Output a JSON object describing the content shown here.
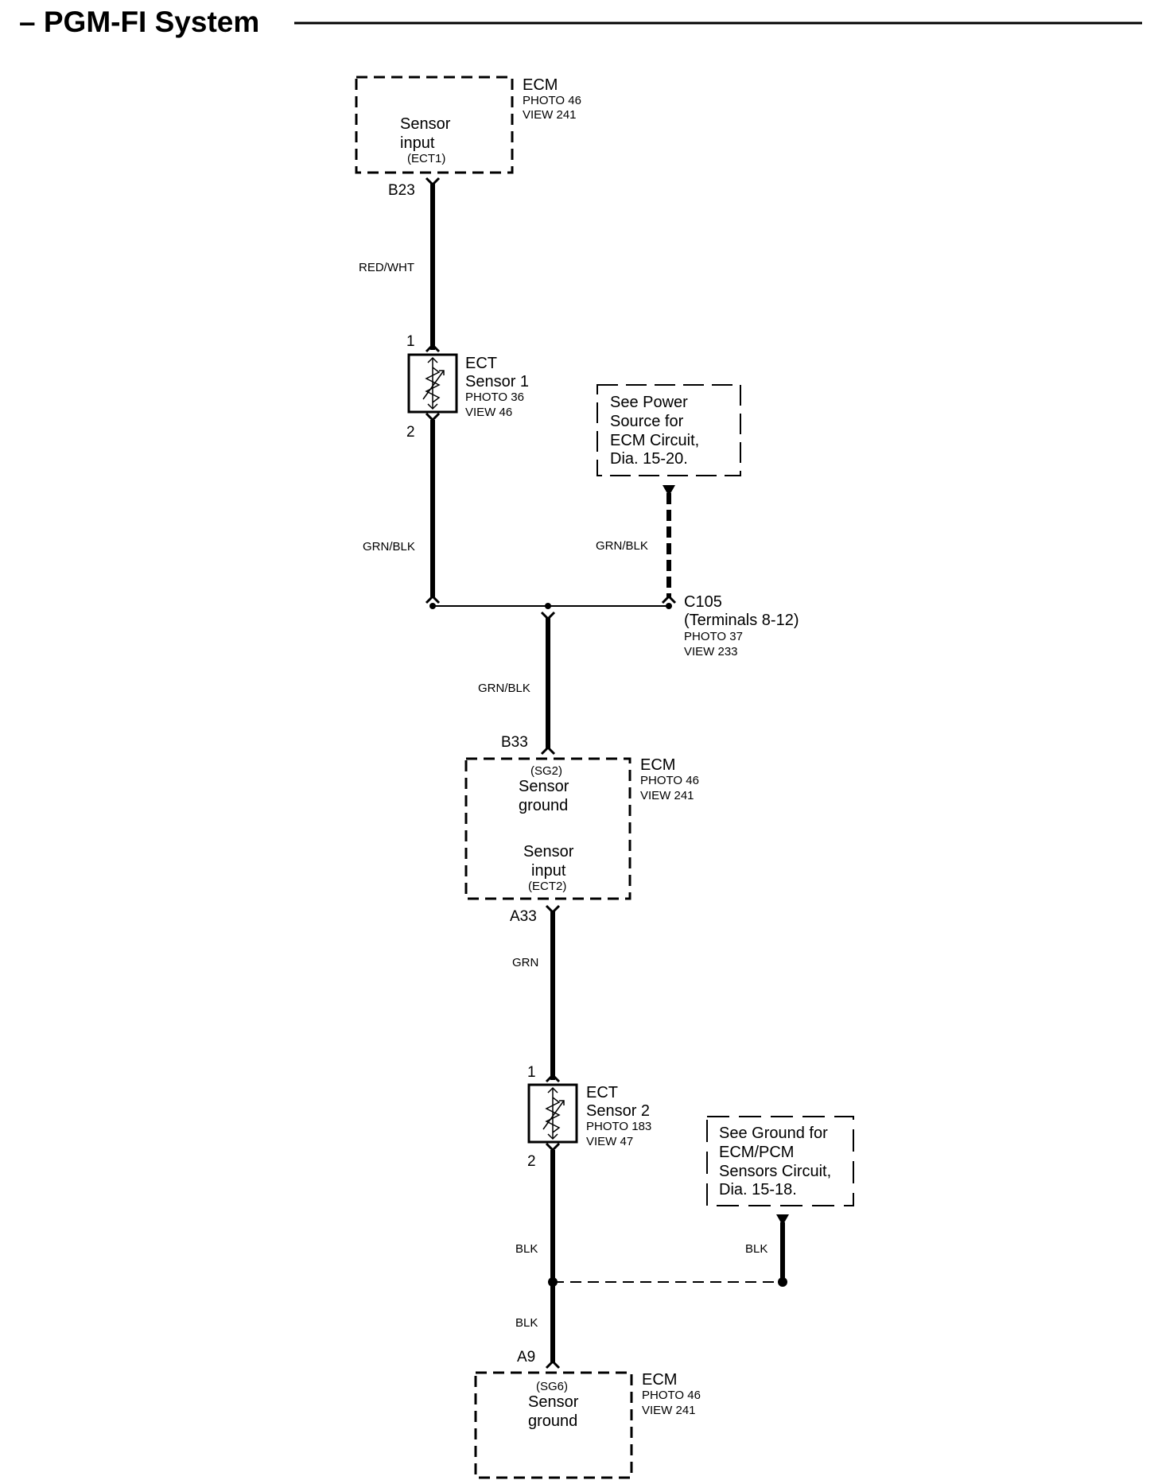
{
  "header": {
    "title": "– PGM-FI System"
  },
  "ecm_top": {
    "name": "ECM",
    "photo": "PHOTO 46",
    "view": "VIEW 241",
    "label1": "Sensor",
    "label2": "input",
    "sub": "(ECT1)",
    "pin": "B23"
  },
  "wires": {
    "w1": "RED/WHT",
    "w2": "GRN/BLK",
    "w3": "GRN/BLK",
    "w4": "GRN/BLK",
    "w5": "GRN",
    "w6": "BLK",
    "w7": "BLK",
    "w8": "BLK"
  },
  "sensor1": {
    "name": "ECT",
    "name2": "Sensor 1",
    "photo": "PHOTO 36",
    "view": "VIEW 46",
    "pin1": "1",
    "pin2": "2"
  },
  "power_ref": {
    "l1": "See Power",
    "l2": "Source for",
    "l3": "ECM Circuit,",
    "l4": "Dia. 15-20."
  },
  "c105": {
    "name": "C105",
    "terms": "(Terminals 8-12)",
    "photo": "PHOTO 37",
    "view": "VIEW 233"
  },
  "ecm_mid": {
    "name": "ECM",
    "photo": "PHOTO 46",
    "view": "VIEW 241",
    "sub1": "(SG2)",
    "l1": "Sensor",
    "l2": "ground",
    "l3": "Sensor",
    "l4": "input",
    "sub2": "(ECT2)",
    "pin_top": "B33",
    "pin_bot": "A33"
  },
  "sensor2": {
    "name": "ECT",
    "name2": "Sensor 2",
    "photo": "PHOTO 183",
    "view": "VIEW 47",
    "pin1": "1",
    "pin2": "2"
  },
  "ground_ref": {
    "l1": "See Ground for",
    "l2": "ECM/PCM",
    "l3": "Sensors Circuit,",
    "l4": "Dia. 15-18."
  },
  "ecm_bot": {
    "name": "ECM",
    "photo": "PHOTO 46",
    "view": "VIEW 241",
    "sub": "(SG6)",
    "l1": "Sensor",
    "l2": "ground",
    "pin": "A9"
  }
}
